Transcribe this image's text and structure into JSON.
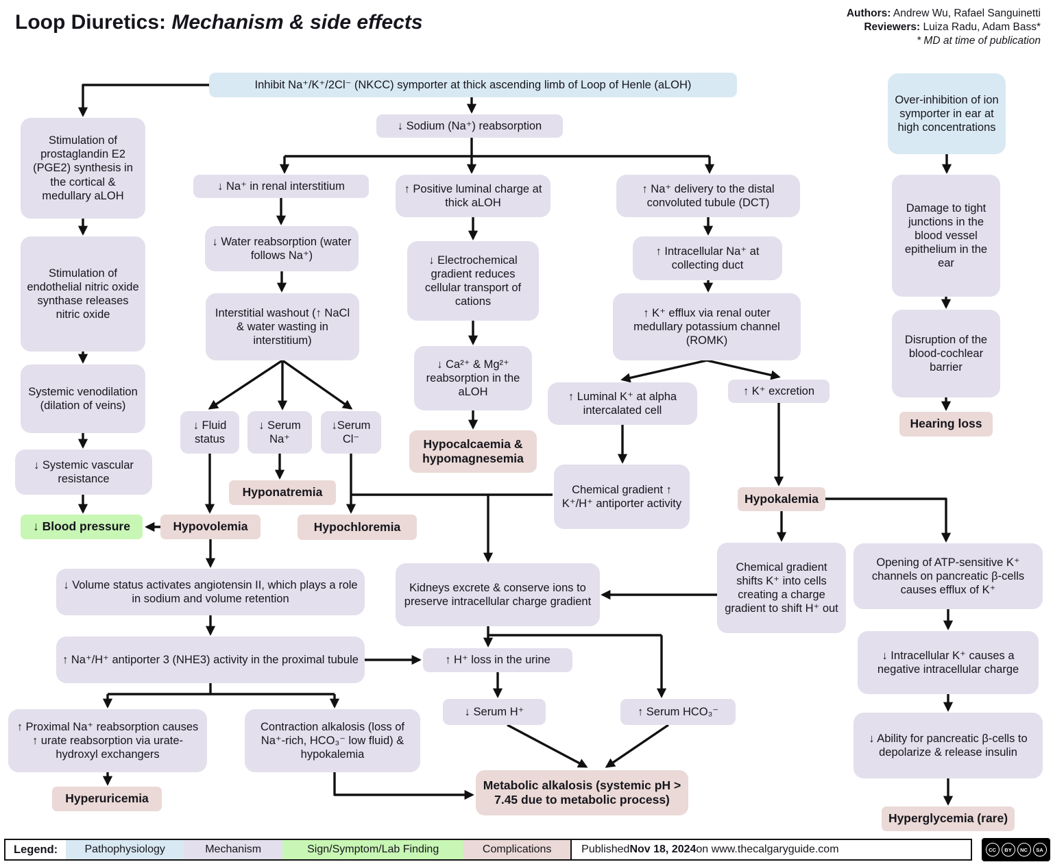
{
  "header": {
    "title_prefix": "Loop Diuretics: ",
    "title_italic": "Mechanism & side effects",
    "authors_bold": "Authors:",
    "authors_rest": "  Andrew Wu, Rafael Sanguinetti",
    "reviewers_bold": "Reviewers:",
    "reviewers_rest": " Luiza Radu, Adam Bass*",
    "footnote": "* MD at time of publication"
  },
  "nodes": {
    "nkcc": "Inhibit Na⁺/K⁺/2Cl⁻ (NKCC) symporter at thick ascending limb of Loop of Henle (aLOH)",
    "sodium_reabsorption": "↓ Sodium (Na⁺) reabsorption",
    "pge2": "Stimulation of prostaglandin E2 (PGE2) synthesis in the cortical & medullary aLOH",
    "enos": "Stimulation of endothelial nitric oxide synthase releases nitric oxide",
    "venodilation": "Systemic venodilation (dilation of veins)",
    "svr": "↓ Systemic vascular resistance",
    "bp": "↓ Blood pressure",
    "na_interstitium": "↓ Na⁺ in renal interstitium",
    "water_reabsorption": "↓ Water reabsorption (water follows Na⁺)",
    "interstitial_washout": "Interstitial washout (↑ NaCl & water wasting in interstitium)",
    "fluid_status": "↓ Fluid status",
    "serum_na": "↓ Serum Na⁺",
    "serum_cl": "↓Serum Cl⁻",
    "hyponatremia": "Hyponatremia",
    "hypovolemia": "Hypovolemia",
    "hypochloremia": "Hypochloremia",
    "volume_status": "↓ Volume status activates angiotensin II, which plays a role in sodium and volume retention",
    "nhe3": "↑ Na⁺/H⁺ antiporter 3 (NHE3) activity in the proximal tubule",
    "proximal_na": "↑ Proximal Na⁺ reabsorption causes ↑ urate reabsorption via urate-hydroxyl exchangers",
    "hyperuricemia": "Hyperuricemia",
    "contraction_alkalosis": "Contraction alkalosis (loss of Na⁺-rich, HCO₃⁻ low fluid) & hypokalemia",
    "positive_luminal": "↑ Positive luminal charge at thick aLOH",
    "electrochemical": "↓ Electrochemical gradient reduces cellular transport of cations",
    "ca_mg": "↓ Ca²⁺ & Mg²⁺ reabsorption in the aLOH",
    "hypocalcaemia": "Hypocalcaemia & hypomagnesemia",
    "na_delivery": "↑ Na⁺ delivery to the distal convoluted tubule (DCT)",
    "intracellular_na": "↑ Intracellular Na⁺ at collecting duct",
    "romk": "↑ K⁺ efflux via renal outer medullary potassium channel (ROMK)",
    "luminal_k": "↑ Luminal K⁺ at alpha intercalated cell",
    "k_excretion": "↑ K⁺ excretion",
    "kh_antiporter": "Chemical gradient ↑ K⁺/H⁺ antiporter activity",
    "hypokalemia": "Hypokalemia",
    "gradient_shift": "Chemical gradient shifts K⁺ into cells creating a charge gradient to shift H⁺ out",
    "kidneys": "Kidneys excrete & conserve ions to preserve intracellular charge gradient",
    "h_loss": "↑ H⁺ loss in the urine",
    "serum_h": "↓ Serum H⁺",
    "serum_hco3": "↑ Serum HCO₃⁻",
    "metabolic_alkalosis": "Metabolic alkalosis (systemic pH > 7.45 due to metabolic process)",
    "over_inhibition": "Over-inhibition of ion symporter in ear at high concentrations",
    "tight_junctions": "Damage to tight junctions in the blood vessel epithelium in the ear",
    "cochlear": "Disruption of the blood-cochlear barrier",
    "hearing_loss": "Hearing loss",
    "atp_channels": "Opening of ATP-sensitive K⁺ channels on pancreatic β-cells causes efflux of K⁺",
    "intracellular_k": "↓ Intracellular K⁺ causes a negative intracellular charge",
    "beta_cells": "↓ Ability for pancreatic β-cells to depolarize & release insulin",
    "hyperglycemia": "Hyperglycemia (rare)"
  },
  "legend": {
    "label": "Legend:",
    "items": [
      {
        "label": "Pathophysiology",
        "color": "#d9e9f3"
      },
      {
        "label": "Mechanism",
        "color": "#e3dfec"
      },
      {
        "label": "Sign/Symptom/Lab Finding",
        "color": "#c8f6b4"
      },
      {
        "label": "Complications",
        "color": "#ead9d6"
      }
    ]
  },
  "published": {
    "prefix": "Published ",
    "date": "Nov 18, 2024",
    "suffix": " on www.thecalgaryguide.com"
  },
  "license": {
    "labels": [
      "CC",
      "BY",
      "NC",
      "SA"
    ]
  },
  "colors": {
    "mechanism": "#e3dfec",
    "pathophysiology": "#d9e9f3",
    "sign_symptom": "#c8f6b4",
    "complication": "#ead9d6",
    "arrow": "#111111"
  }
}
